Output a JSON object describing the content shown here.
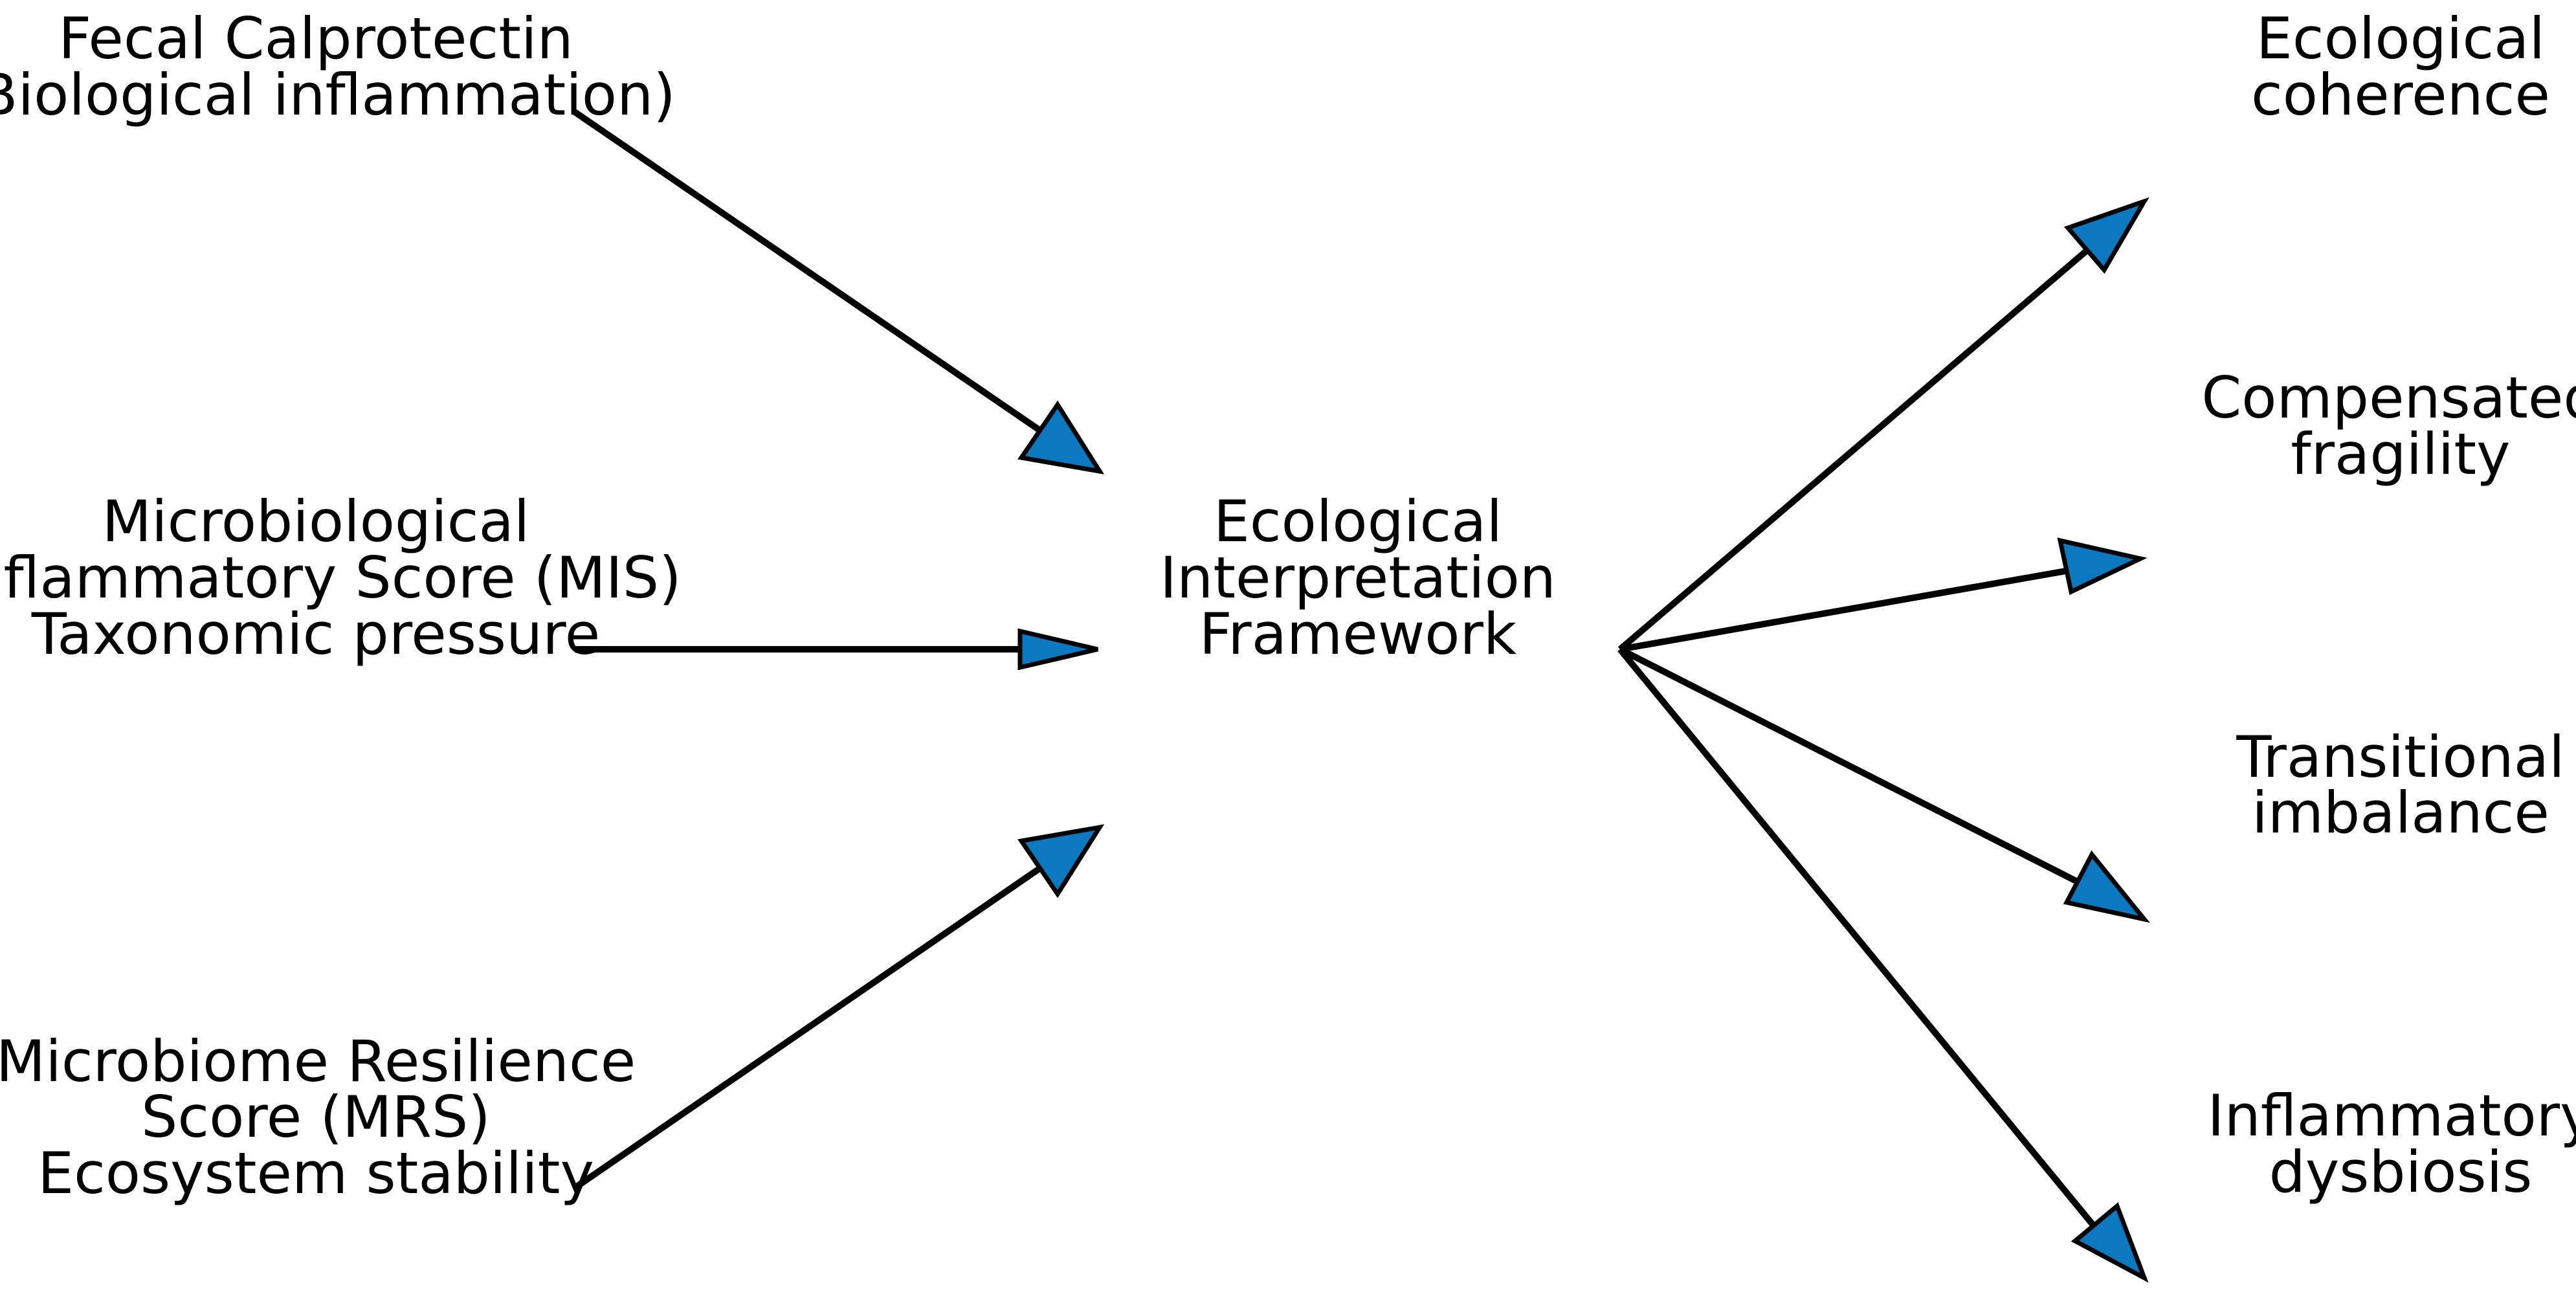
{
  "colors": {
    "arrowhead_fill": "#0c78bf",
    "line": "#000000",
    "text": "#000000",
    "background": "#ffffff"
  },
  "inputs": [
    {
      "id": "calprotectin",
      "lines": [
        "Fecal Calprotectin",
        "(Biological inflammation)"
      ]
    },
    {
      "id": "mis",
      "lines": [
        "Microbiological",
        "Inflammatory Score (MIS)",
        "Taxonomic pressure"
      ]
    },
    {
      "id": "mrs",
      "lines": [
        "Microbiome Resilience",
        "Score (MRS)",
        "Ecosystem stability"
      ]
    }
  ],
  "center": {
    "lines": [
      "Ecological",
      "Interpretation",
      "Framework"
    ]
  },
  "outputs": [
    {
      "id": "coherence",
      "lines": [
        "Ecological",
        "coherence"
      ]
    },
    {
      "id": "fragility",
      "lines": [
        "Compensated",
        "fragility"
      ]
    },
    {
      "id": "transitional",
      "lines": [
        "Transitional",
        "imbalance"
      ]
    },
    {
      "id": "dysbiosis",
      "lines": [
        "Inflammatory",
        "dysbiosis"
      ]
    }
  ]
}
